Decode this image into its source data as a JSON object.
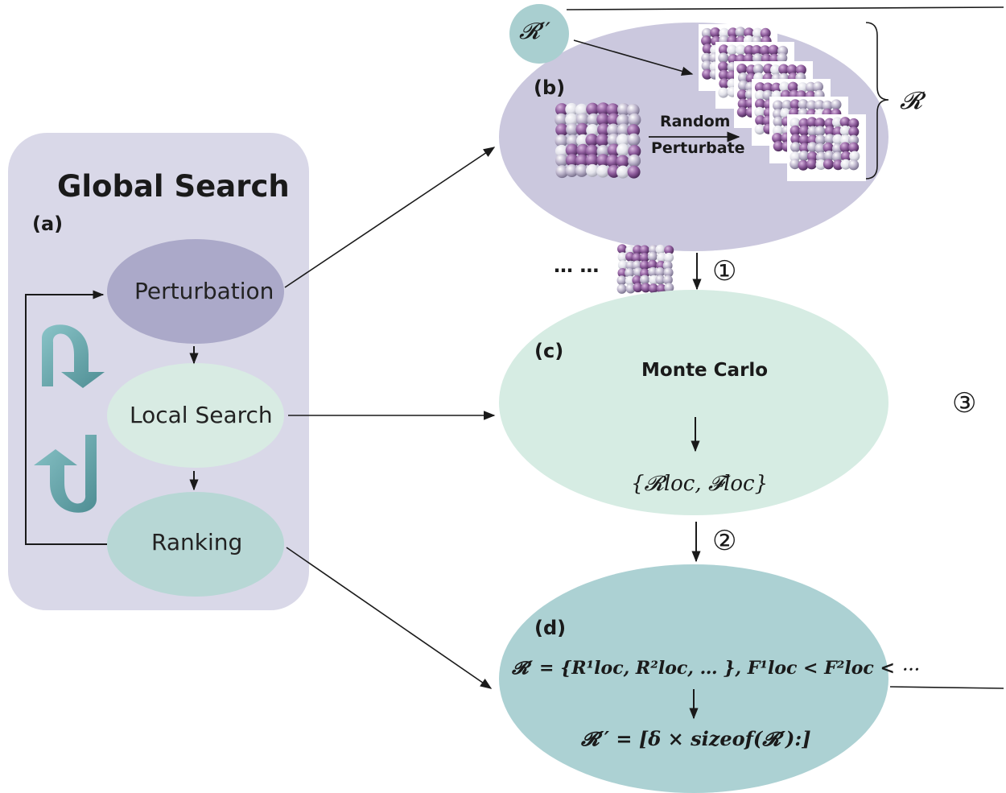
{
  "panel_a": {
    "title": "Global Search",
    "tag": "(a)",
    "nodes": [
      "Perturbation",
      "Local Search",
      "Ranking"
    ]
  },
  "panel_b": {
    "tag": "(b)",
    "input_label": "𝓡′′",
    "arrow_label_line1": "Random",
    "arrow_label_line2": "Perturbate",
    "brace_label": "𝓡",
    "ellipsis": "… …"
  },
  "panel_c": {
    "tag": "(c)",
    "title": "Monte Carlo",
    "output": "{𝓡loc, 𝓕loc}"
  },
  "panel_d": {
    "tag": "(d)",
    "line1": "𝓡′ = {R¹loc, R²loc, … }, F¹loc < F²loc < ⋯",
    "line2": "𝓡′′ = [δ × sizeof(𝓡′):]"
  },
  "steps": [
    "①",
    "②",
    "③"
  ],
  "colors": {
    "panel_bg": "#d9d8e8",
    "perturbation": "#aba9c9",
    "local_search": "#d8ebe3",
    "ranking": "#b7d7d5",
    "ellipse_b": "#cbc8de",
    "ellipse_c": "#d6ece3",
    "ellipse_d": "#acd1d3",
    "r_double_prime": "#a9cfd0",
    "cycle_arrow": "#6fb0b5",
    "atom_purple": "#8b5a9a",
    "atom_light": "#c9c3d6",
    "atom_white": "#e8e8ee"
  }
}
